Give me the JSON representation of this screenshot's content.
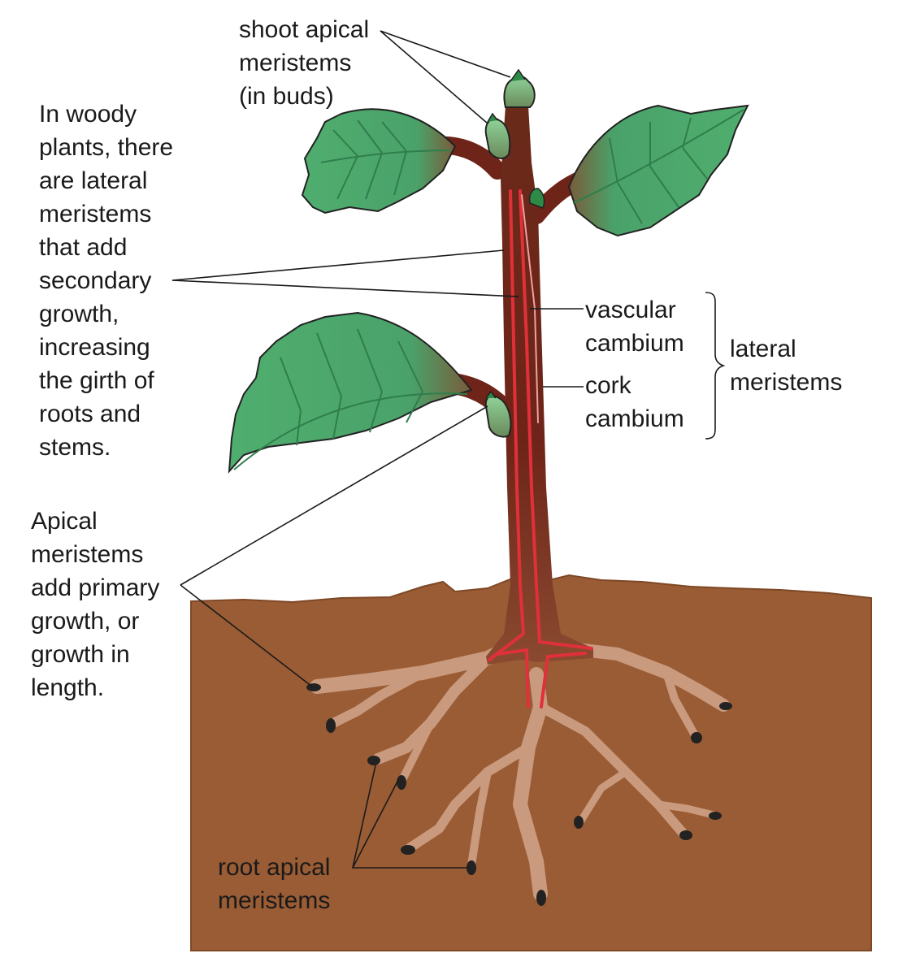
{
  "labels": {
    "shoot_apical": [
      "shoot apical",
      "meristems",
      "(in buds)"
    ],
    "woody": [
      "In woody",
      "plants, there",
      "are lateral",
      "meristems",
      "that add",
      "secondary",
      "growth,",
      "increasing",
      "the girth of",
      "roots and",
      "stems."
    ],
    "apical": [
      "Apical",
      "meristems",
      "add primary",
      "growth, or",
      "growth in",
      "length."
    ],
    "vascular": [
      "vascular",
      "cambium"
    ],
    "cork": [
      "cork",
      "cambium"
    ],
    "lateral": [
      "lateral",
      "meristems"
    ],
    "root": [
      "root apical",
      "meristems"
    ]
  },
  "colors": {
    "soil": "#9a5c34",
    "stem": "#6e2418",
    "root": "#c99a7e",
    "leaf": "#4aa26a",
    "leaf_vein": "#2f7e4c",
    "bud": "#7cc08a",
    "cambium": "#e0303a",
    "root_tip": "#222222"
  }
}
